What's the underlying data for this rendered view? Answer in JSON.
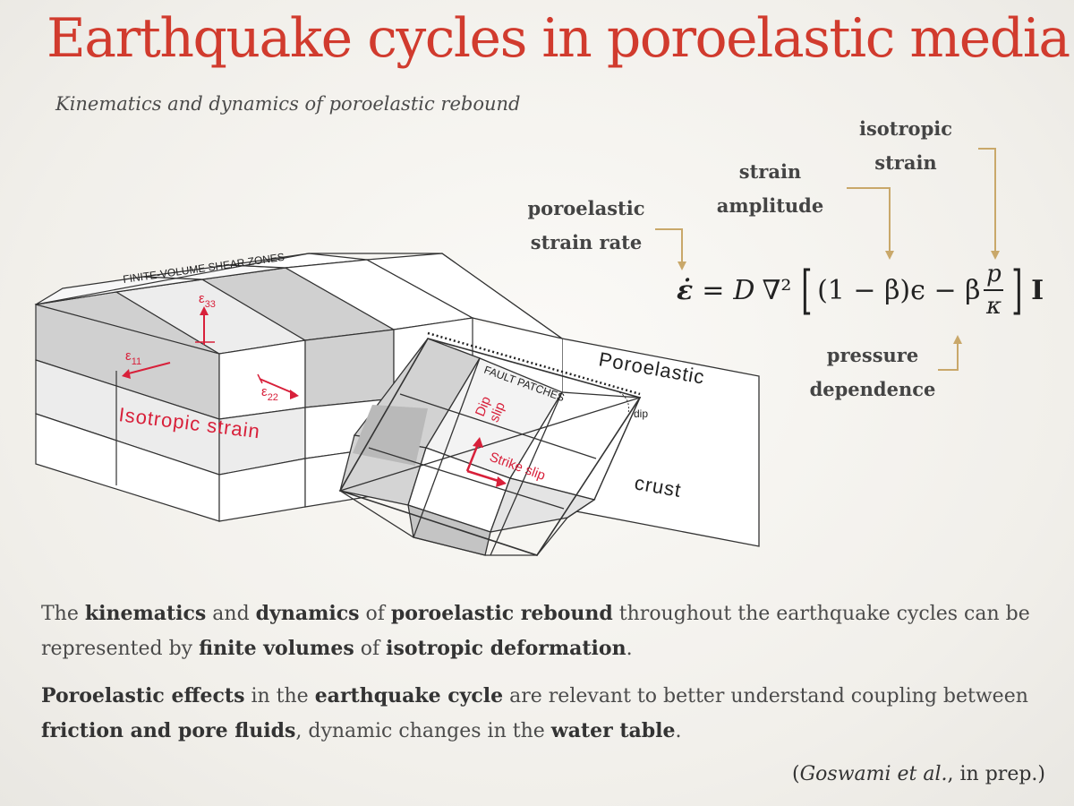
{
  "title": "Earthquake cycles in poroelastic media",
  "subtitle": "Kinematics and dynamics of poroelastic rebound",
  "equation_labels": {
    "poroelastic_strain_rate": [
      "poroelastic",
      "strain rate"
    ],
    "strain_amplitude": [
      "strain",
      "amplitude"
    ],
    "isotropic_strain": [
      "isotropic",
      "strain"
    ],
    "pressure_dependence": [
      "pressure",
      "dependence"
    ]
  },
  "equation": {
    "lhs": "ε̇",
    "equals": "=",
    "D": "D",
    "laplacian": "∇²",
    "open_bracket": "[",
    "term1": "(1 − β)ϵ − β",
    "frac_num": "p",
    "frac_den": "κ",
    "close_bracket": "]",
    "identity": "I"
  },
  "diagram": {
    "shear_zones_label": "FINITE-VOLUME SHEAR ZONES",
    "e33": "ε",
    "e33_sub": "33",
    "e11": "ε",
    "e11_sub": "11",
    "e22": "ε",
    "e22_sub": "22",
    "isotropic_strain": "Isotropic strain",
    "poroelastic": "Poroelastic",
    "crust": "crust",
    "fault_patches": "FAULT PATCHES",
    "dip": "dip",
    "dip_slip_1": "Dip",
    "dip_slip_2": "slip",
    "strike_slip": "Strike slip"
  },
  "paragraph1": {
    "t1": "The ",
    "b1": "kinematics",
    "t2": " and ",
    "b2": "dynamics",
    "t3": " of ",
    "b3": "poroelastic rebound",
    "t4": " throughout the earthquake cycles can be represented by ",
    "b4": "finite volumes",
    "t5": " of ",
    "b5": "isotropic deformation",
    "t6": "."
  },
  "paragraph2": {
    "b1": "Poroelastic effects",
    "t1": " in the ",
    "b2": "earthquake cycle",
    "t2": " are relevant to better understand coupling between ",
    "b3": "friction and pore fluids",
    "t3": ", dynamic changes in the ",
    "b4": "water table",
    "t4": "."
  },
  "citation": {
    "open": "(",
    "authors": "Goswami et al.",
    "rest": ", in prep.)"
  },
  "colors": {
    "title": "#d13b2e",
    "annotation_red": "#d8203a",
    "arrow_gold": "#c9a86a"
  }
}
